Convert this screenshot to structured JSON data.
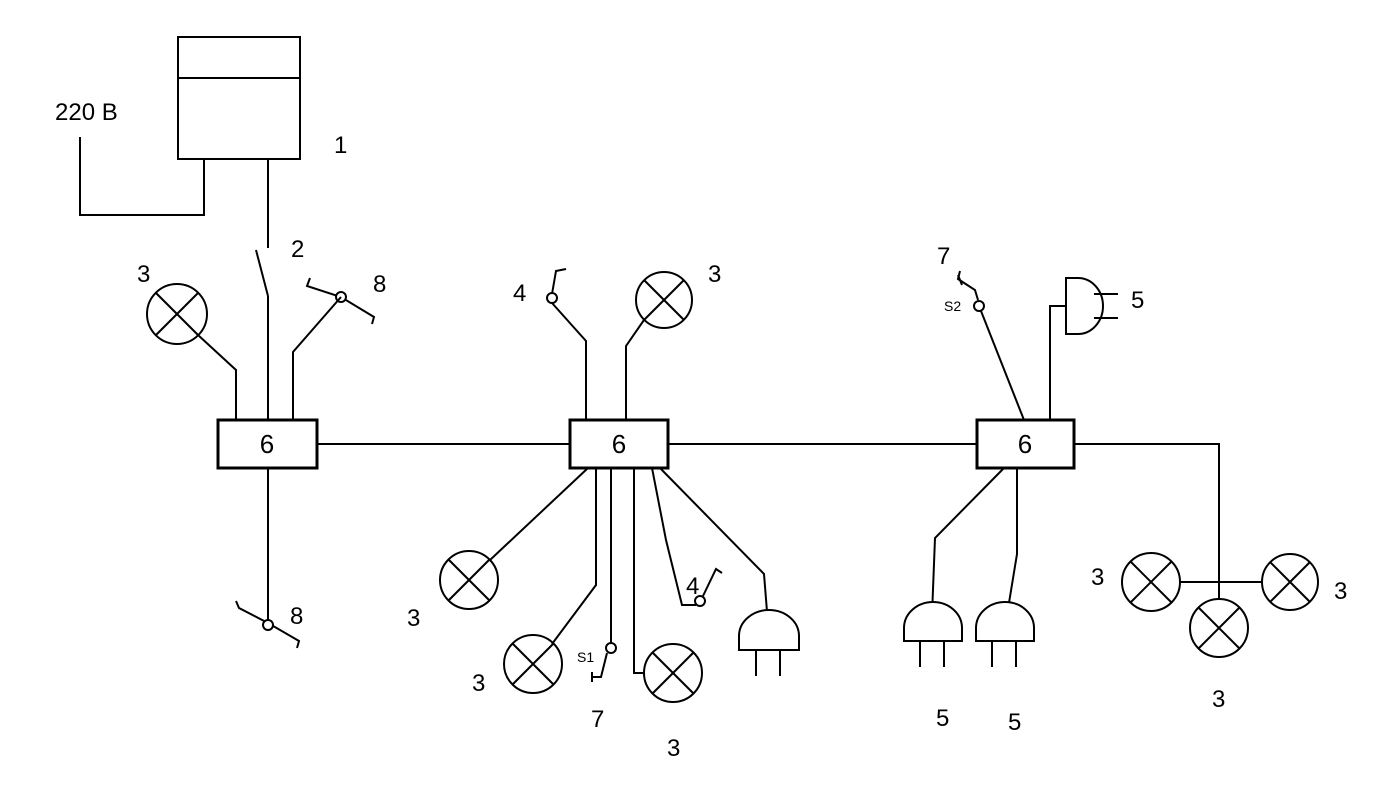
{
  "diagram": {
    "supply_label": "220 В",
    "labels": {
      "power_unit": "1",
      "main_switch": "2",
      "lamp": "3",
      "switch_4": "4",
      "socket": "5",
      "junction_box": "6",
      "switch_7": "7",
      "switch_8": "8"
    },
    "switch_names": {
      "s1": "S1",
      "s2": "S2"
    }
  }
}
